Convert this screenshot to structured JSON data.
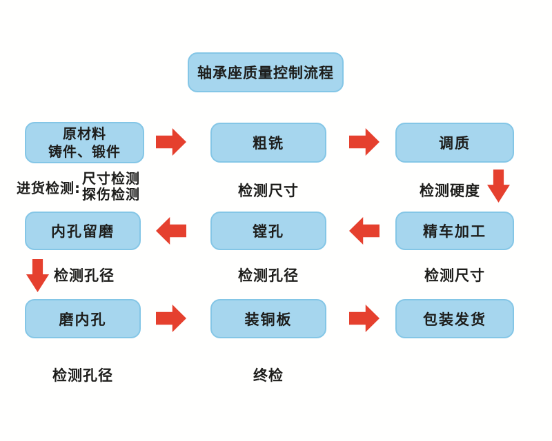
{
  "title": "轴承座质量控制流程",
  "colors": {
    "box_fill": "#a6d6ee",
    "box_border": "#84c6e6",
    "arrow_red": "#e5402e",
    "text": "#1d1d1b",
    "bg": "#fffffe"
  },
  "icons": {
    "arrow_right": "➡",
    "arrow_left": "⬅",
    "arrow_down": "⬇"
  },
  "process": {
    "row1": {
      "box1": {
        "line1": "原材料",
        "line2": "铸件、锻件"
      },
      "box2": "粗铣",
      "box3": "调质",
      "caption1": {
        "label": "进货检测:",
        "item1": "尺寸检测",
        "item2": "探伤检测"
      },
      "caption2": "检测尺寸",
      "caption3": "检测硬度"
    },
    "row2": {
      "box1": "内孔留磨",
      "box2": "镗孔",
      "box3": "精车加工",
      "caption1": "检测孔径",
      "caption2": "检测孔径",
      "caption3": "检测尺寸"
    },
    "row3": {
      "box1": "磨内孔",
      "box2": "装铜板",
      "box3": "包装发货",
      "caption1": "检测孔径",
      "caption2": "终检"
    }
  }
}
